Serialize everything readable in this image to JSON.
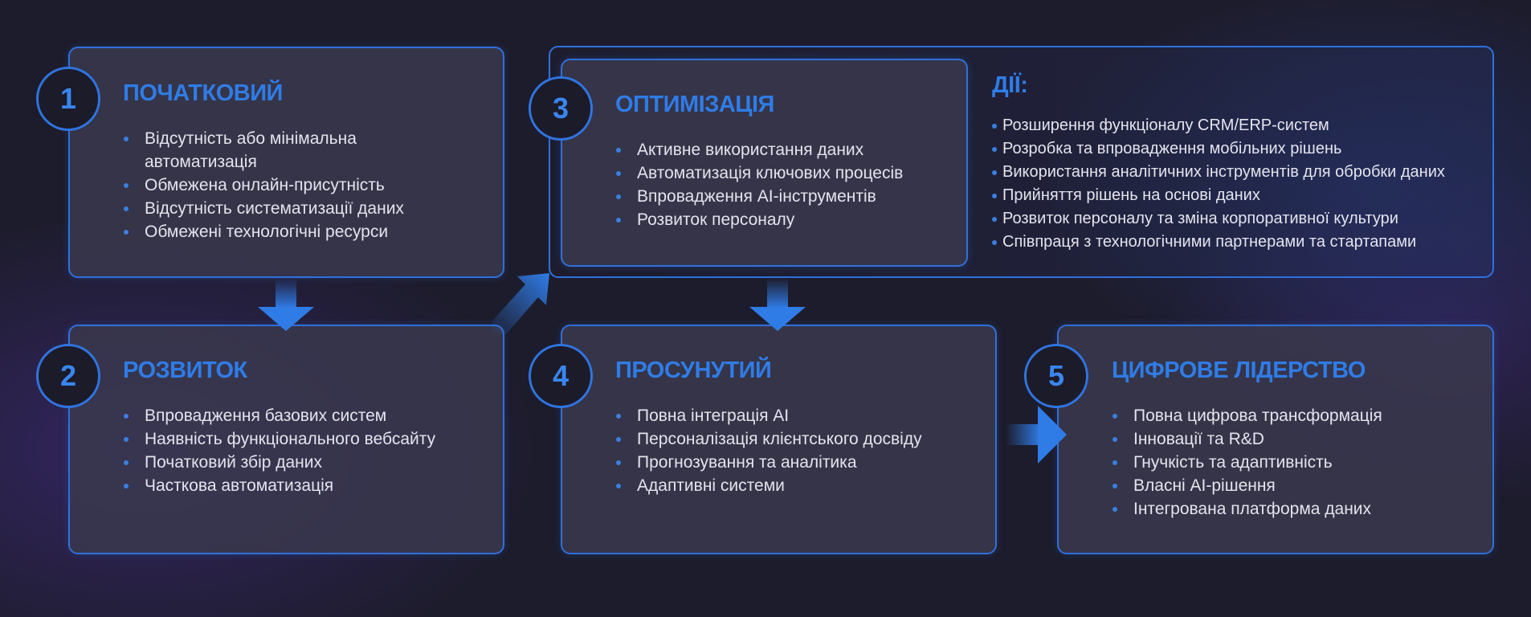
{
  "colors": {
    "accent": "#2f7ce6",
    "border": "#2f70dc",
    "text": "#e4e4ee",
    "background": "#1d1c2c"
  },
  "stages": [
    {
      "number": "1",
      "title": "ПОЧАТКОВИЙ",
      "items": [
        "Відсутність або мінімальна",
        "автоматизація",
        "Обмежена онлайн-присутність",
        "Відсутність систематизації даних",
        "Обмежені технологічні ресурси"
      ]
    },
    {
      "number": "2",
      "title": "РОЗВИТОК",
      "items": [
        "Впровадження базових систем",
        "Наявність функціонального вебсайту",
        "Початковий збір даних",
        "Часткова автоматизація"
      ]
    },
    {
      "number": "3",
      "title": "ОПТИМІЗАЦІЯ",
      "items": [
        "Активне використання даних",
        "Автоматизація ключових процесів",
        "Впровадження AI-інструментів",
        "Розвиток персоналу"
      ]
    },
    {
      "number": "4",
      "title": "ПРОСУНУТИЙ",
      "items": [
        "Повна інтеграція AI",
        "Персоналізація клієнтського досвіду",
        "Прогнозування та аналітика",
        "Адаптивні системи"
      ]
    },
    {
      "number": "5",
      "title": "ЦИФРОВЕ ЛІДЕРСТВО",
      "items": [
        "Повна цифрова трансформація",
        "Інновації та R&D",
        "Гнучкість та адаптивність",
        "Власні AI-рішення",
        "Інтегрована платформа даних"
      ]
    }
  ],
  "actions": {
    "title": "ДІЇ:",
    "items": [
      "Розширення функціоналу CRM/ERP-систем",
      "Розробка та впровадження мобільних рішень",
      "Використання аналітичних інструментів для обробки даних",
      "Прийняття рішень на основі даних",
      "Розвиток персоналу та зміна корпоративної культури",
      "Співпраця з технологічними партнерами та стартапами"
    ]
  }
}
